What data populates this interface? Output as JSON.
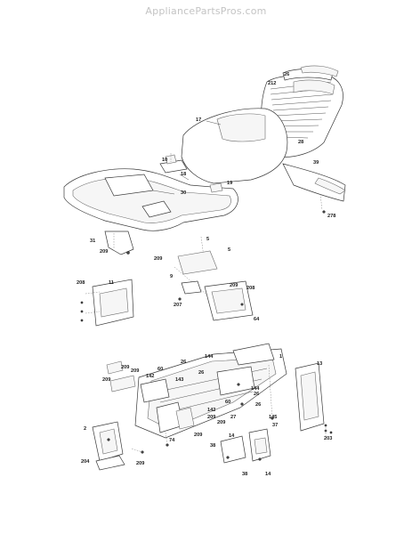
{
  "watermark": "AppliancePartsPros.com",
  "callouts": [
    {
      "id": "c26a",
      "text": "26"
    },
    {
      "id": "c212",
      "text": "212"
    },
    {
      "id": "c17",
      "text": "17"
    },
    {
      "id": "c28a",
      "text": "28"
    },
    {
      "id": "c10",
      "text": "10"
    },
    {
      "id": "c39",
      "text": "39"
    },
    {
      "id": "c18",
      "text": "18"
    },
    {
      "id": "c19",
      "text": "19"
    },
    {
      "id": "c30",
      "text": "30"
    },
    {
      "id": "c278",
      "text": "278"
    },
    {
      "id": "c31",
      "text": "31"
    },
    {
      "id": "c209a",
      "text": "209"
    },
    {
      "id": "c5a",
      "text": "5"
    },
    {
      "id": "c5b",
      "text": "5"
    },
    {
      "id": "c209b",
      "text": "209"
    },
    {
      "id": "c9",
      "text": "9"
    },
    {
      "id": "c208a",
      "text": "208"
    },
    {
      "id": "c11",
      "text": "11"
    },
    {
      "id": "c209c",
      "text": "209"
    },
    {
      "id": "c208b",
      "text": "208"
    },
    {
      "id": "c207",
      "text": "207"
    },
    {
      "id": "c64",
      "text": "64"
    },
    {
      "id": "c26b",
      "text": "26"
    },
    {
      "id": "c144a",
      "text": "144"
    },
    {
      "id": "c1",
      "text": "1"
    },
    {
      "id": "c13",
      "text": "13"
    },
    {
      "id": "c209d",
      "text": "209"
    },
    {
      "id": "c209e",
      "text": "209"
    },
    {
      "id": "c60a",
      "text": "60"
    },
    {
      "id": "c209f",
      "text": "209"
    },
    {
      "id": "c142a",
      "text": "142"
    },
    {
      "id": "c143",
      "text": "143"
    },
    {
      "id": "c26c",
      "text": "26"
    },
    {
      "id": "c144b",
      "text": "144"
    },
    {
      "id": "c26d",
      "text": "26"
    },
    {
      "id": "c60b",
      "text": "60"
    },
    {
      "id": "c142b",
      "text": "142"
    },
    {
      "id": "c209g",
      "text": "209"
    },
    {
      "id": "c27",
      "text": "27"
    },
    {
      "id": "c209h",
      "text": "209"
    },
    {
      "id": "c26e",
      "text": "26"
    },
    {
      "id": "c145",
      "text": "145"
    },
    {
      "id": "c37",
      "text": "37"
    },
    {
      "id": "c2",
      "text": "2"
    },
    {
      "id": "c209i",
      "text": "209"
    },
    {
      "id": "c74",
      "text": "74"
    },
    {
      "id": "c14a",
      "text": "14"
    },
    {
      "id": "c203",
      "text": "203"
    },
    {
      "id": "c38a",
      "text": "38"
    },
    {
      "id": "c38b",
      "text": "38"
    },
    {
      "id": "c14b",
      "text": "14"
    },
    {
      "id": "c204",
      "text": "204"
    },
    {
      "id": "c209j",
      "text": "209"
    }
  ]
}
